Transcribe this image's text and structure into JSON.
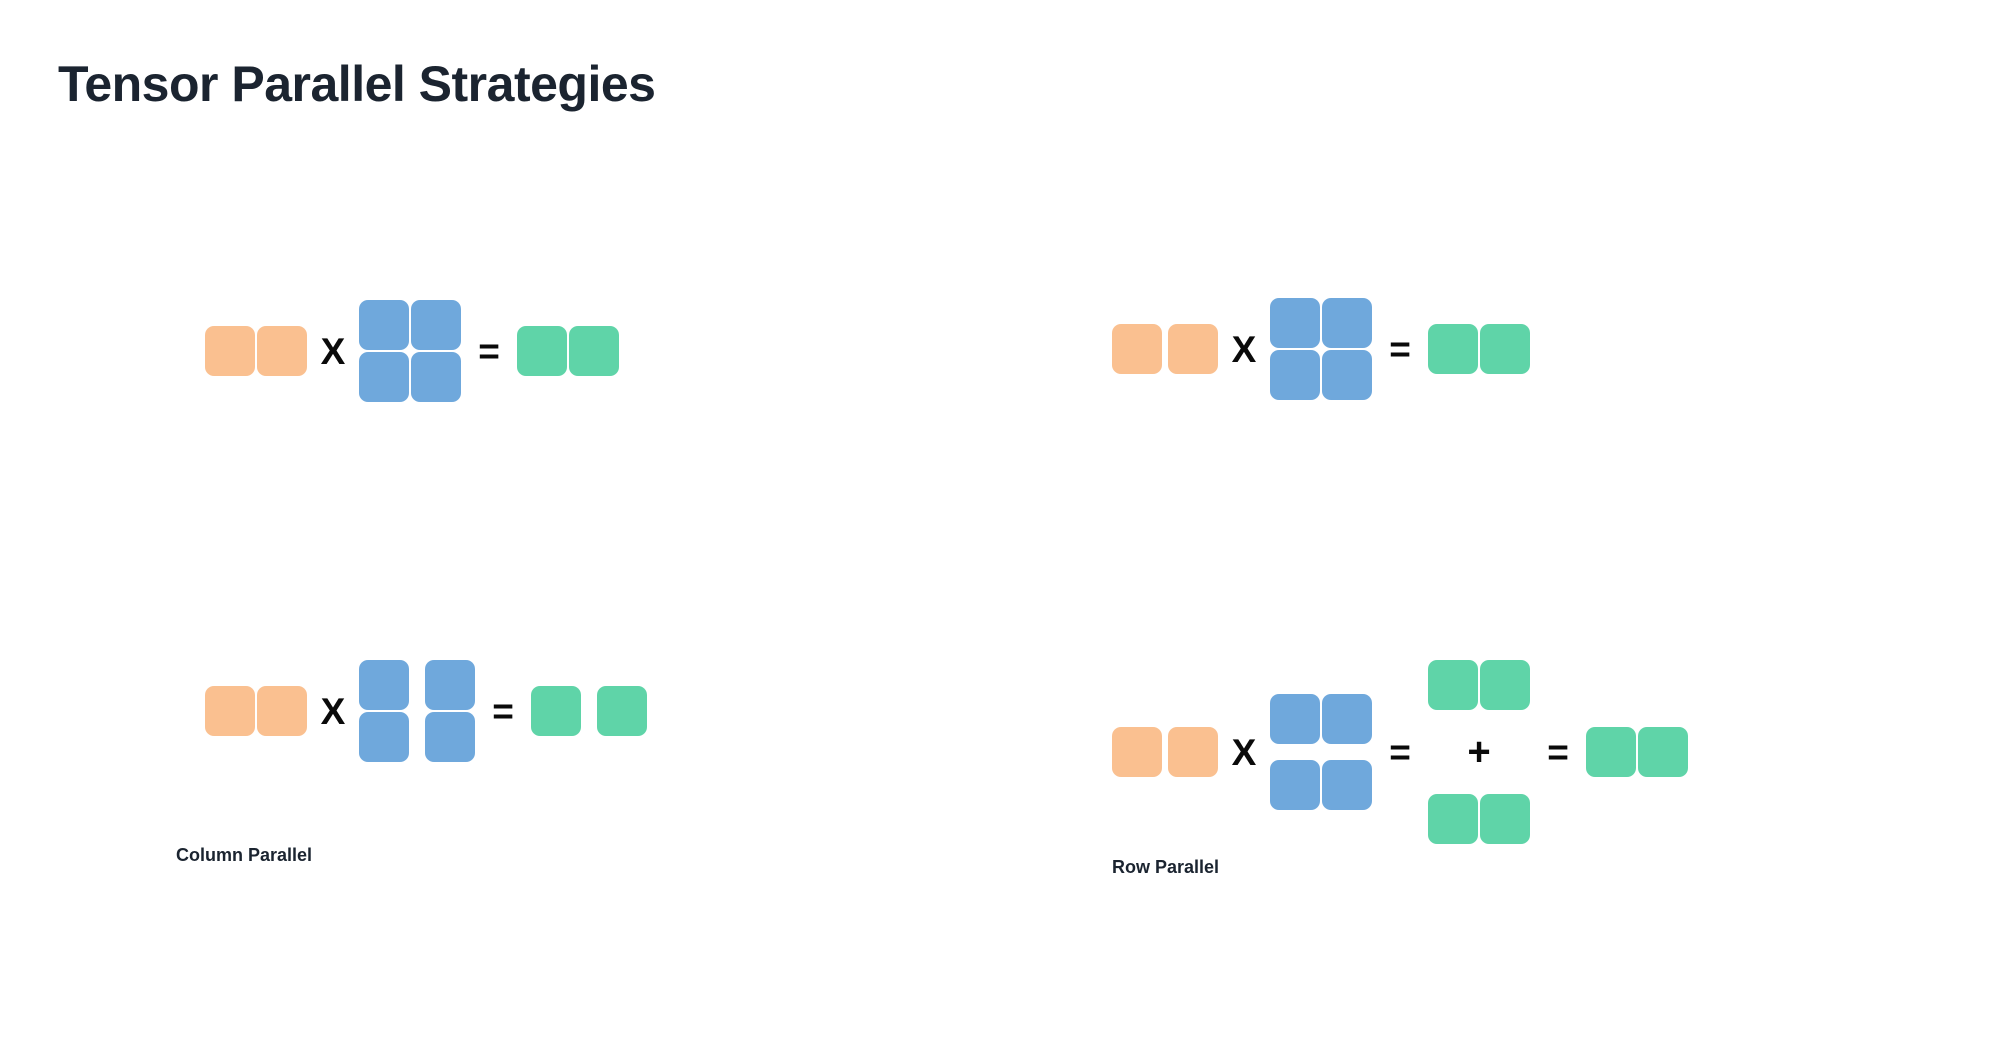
{
  "page": {
    "title": "Tensor Parallel Strategies",
    "background": "#ffffff",
    "title_color": "#1b2430"
  },
  "colors": {
    "input_orange": "#fac090",
    "weight_blue": "#6fa8dc",
    "output_green": "#5fd4a8",
    "operator_black": "#0a0a0a"
  },
  "operators": {
    "multiply": "X",
    "equals": "=",
    "plus": "+"
  },
  "sections": [
    {
      "id": "column-parallel",
      "label": "Column Parallel",
      "rows": [
        {
          "id": "column-parallel-unsplit",
          "description": "input 1x2 times full 2x2 weight equals 1x2 output",
          "terms": [
            {
              "kind": "matrix",
              "color": "input_orange",
              "rows": 1,
              "cols": 2,
              "split": "none"
            },
            {
              "kind": "operator",
              "symbol": "X"
            },
            {
              "kind": "matrix",
              "color": "weight_blue",
              "rows": 2,
              "cols": 2,
              "split": "none"
            },
            {
              "kind": "operator",
              "symbol": "="
            },
            {
              "kind": "matrix",
              "color": "output_green",
              "rows": 1,
              "cols": 2,
              "split": "none"
            }
          ]
        },
        {
          "id": "column-parallel-split",
          "description": "input 1x2 times column-split 2x2 weight equals column-split 1x2 output",
          "terms": [
            {
              "kind": "matrix",
              "color": "input_orange",
              "rows": 1,
              "cols": 2,
              "split": "none"
            },
            {
              "kind": "operator",
              "symbol": "X"
            },
            {
              "kind": "matrix",
              "color": "weight_blue",
              "rows": 2,
              "cols": 2,
              "split": "columns"
            },
            {
              "kind": "operator",
              "symbol": "="
            },
            {
              "kind": "matrix",
              "color": "output_green",
              "rows": 1,
              "cols": 2,
              "split": "columns"
            }
          ]
        }
      ]
    },
    {
      "id": "row-parallel",
      "label": "Row Parallel",
      "rows": [
        {
          "id": "row-parallel-unsplit",
          "description": "input 1x2 times full 2x2 weight equals 1x2 output",
          "terms": [
            {
              "kind": "matrix",
              "color": "input_orange",
              "rows": 1,
              "cols": 2,
              "split": "none"
            },
            {
              "kind": "operator",
              "symbol": "X"
            },
            {
              "kind": "matrix",
              "color": "weight_blue",
              "rows": 2,
              "cols": 2,
              "split": "none"
            },
            {
              "kind": "operator",
              "symbol": "="
            },
            {
              "kind": "matrix",
              "color": "output_green",
              "rows": 1,
              "cols": 2,
              "split": "none"
            }
          ]
        },
        {
          "id": "row-parallel-split",
          "description": "input 1x2 times row-split 2x2 weight equals two partial 1x2 outputs summed, equals 1x2 output",
          "terms": [
            {
              "kind": "matrix",
              "color": "input_orange",
              "rows": 1,
              "cols": 2,
              "split": "none"
            },
            {
              "kind": "operator",
              "symbol": "X"
            },
            {
              "kind": "matrix",
              "color": "weight_blue",
              "rows": 2,
              "cols": 2,
              "split": "rows"
            },
            {
              "kind": "operator",
              "symbol": "="
            },
            {
              "kind": "partial-sum",
              "color": "output_green",
              "parts": 2,
              "cols": 2,
              "symbol": "+"
            },
            {
              "kind": "operator",
              "symbol": "="
            },
            {
              "kind": "matrix",
              "color": "output_green",
              "rows": 1,
              "cols": 2,
              "split": "none"
            }
          ]
        }
      ]
    }
  ]
}
